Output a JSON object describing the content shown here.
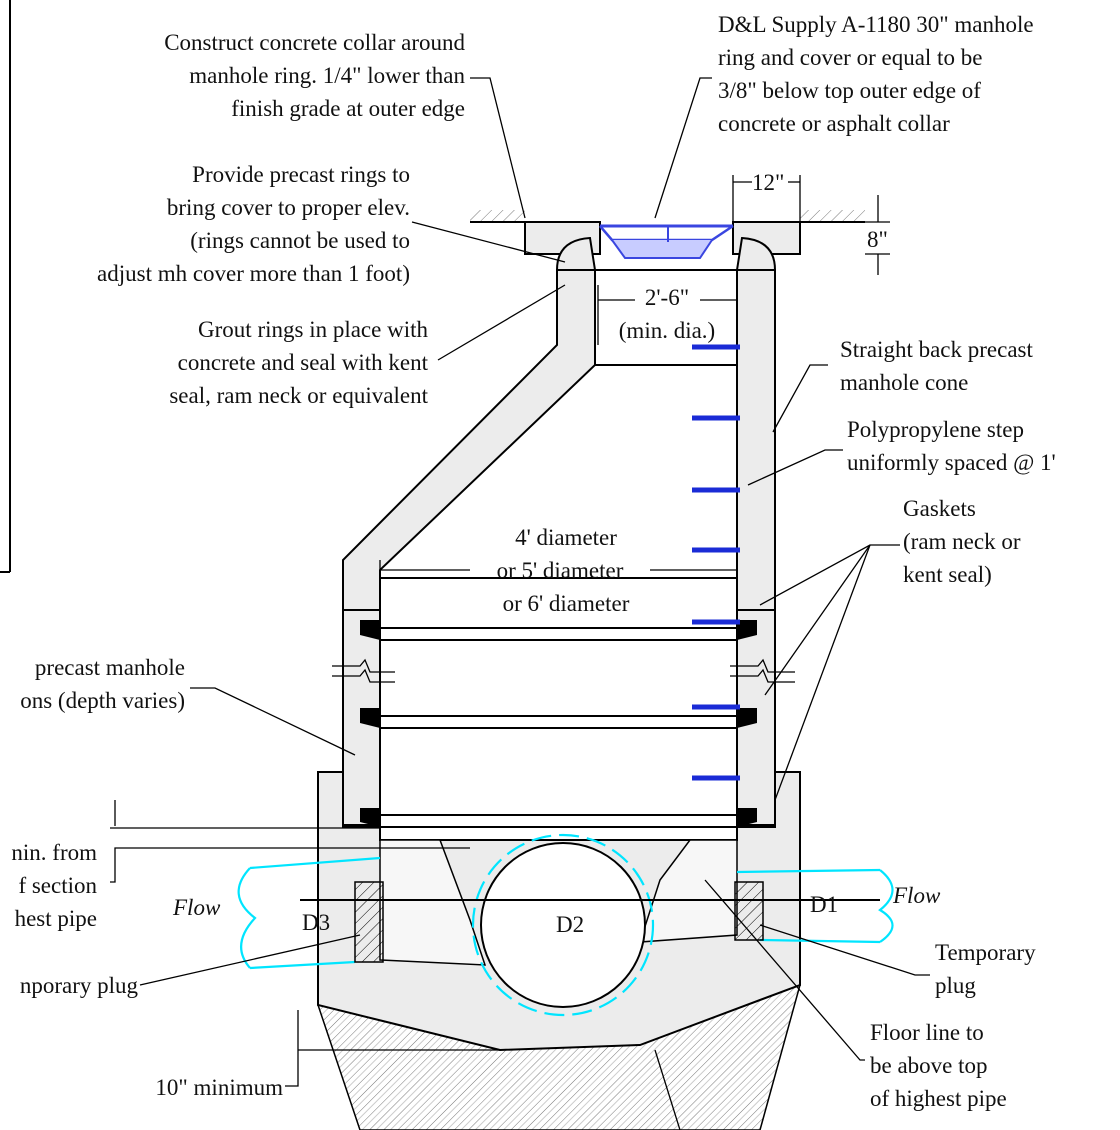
{
  "labels": {
    "ring_cover": [
      "D&L Supply A-1180 30\" manhole",
      "ring and cover or equal to be",
      "3/8\" below top outer edge of",
      "concrete or asphalt collar"
    ],
    "collar": [
      "Construct concrete collar around",
      "manhole ring. 1/4\" lower than",
      "finish grade at outer edge"
    ],
    "precast_rings": [
      "Provide precast rings to",
      "bring cover to proper elev.",
      "(rings cannot be used to",
      "adjust mh cover more than 1 foot)"
    ],
    "grout": [
      "Grout rings in place with",
      "concrete and seal with kent",
      "seal, ram neck or equivalent"
    ],
    "cone": [
      "Straight back precast",
      "manhole cone"
    ],
    "step": [
      "Polypropylene step",
      "uniformly spaced @ 1'"
    ],
    "gaskets": [
      "Gaskets",
      "(ram neck or",
      "kent seal)"
    ],
    "sections": [
      "precast manhole",
      "ons (depth varies)"
    ],
    "section_min": [
      "nin. from",
      "f section",
      "hest pipe"
    ],
    "plug_left": "nporary plug",
    "plug_right": [
      "Temporary",
      "plug"
    ],
    "floor_line": [
      "Floor line to",
      "be above top",
      "of highest pipe"
    ],
    "ten_min": "10\" minimum",
    "flow_left": "Flow",
    "flow_right": "Flow",
    "d1": "D1",
    "d2": "D2",
    "d3": "D3",
    "dim_12": "12\"",
    "dim_8": "8\"",
    "dim_26": "2'-6\"",
    "dim_26_sub": "(min. dia.)",
    "diam": [
      "4' diameter",
      "or 5' diameter",
      "or 6' diameter"
    ]
  },
  "colors": {
    "pipe": "#00e5ff",
    "step": "#1a2bd6",
    "cover": "#3a46e0"
  }
}
